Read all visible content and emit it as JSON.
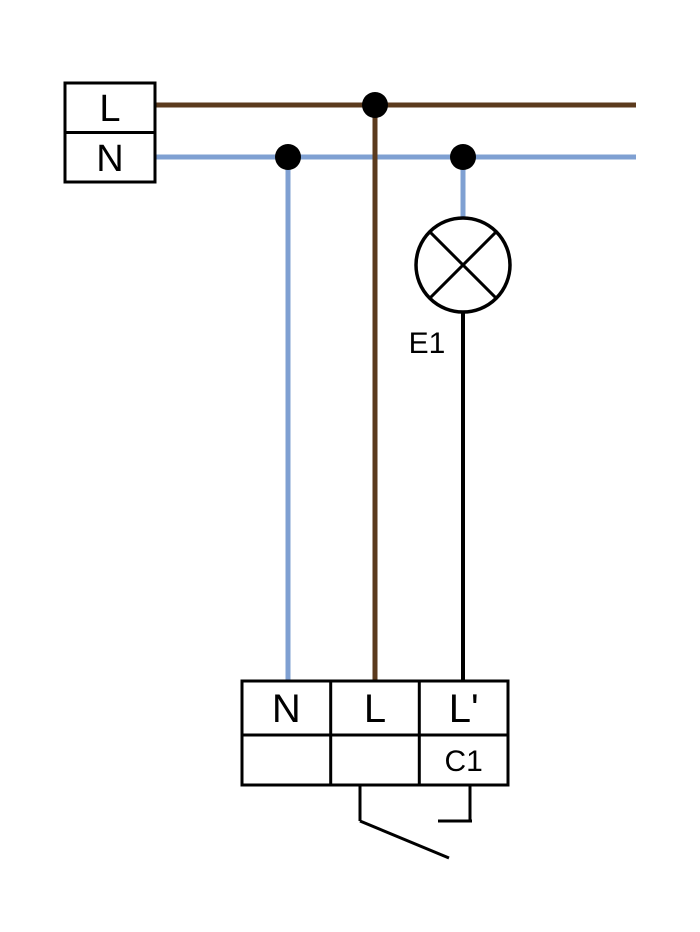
{
  "colors": {
    "live_brown": "#5B3A1D",
    "neutral_blue": "#7FA0D2",
    "wire_black": "#000000",
    "background": "#FFFFFF"
  },
  "supply_box": {
    "live_label": "L",
    "neutral_label": "N"
  },
  "lamp": {
    "label": "E1"
  },
  "device_block": {
    "terminals": [
      "N",
      "L",
      "L'"
    ],
    "contact_label": "C1"
  }
}
